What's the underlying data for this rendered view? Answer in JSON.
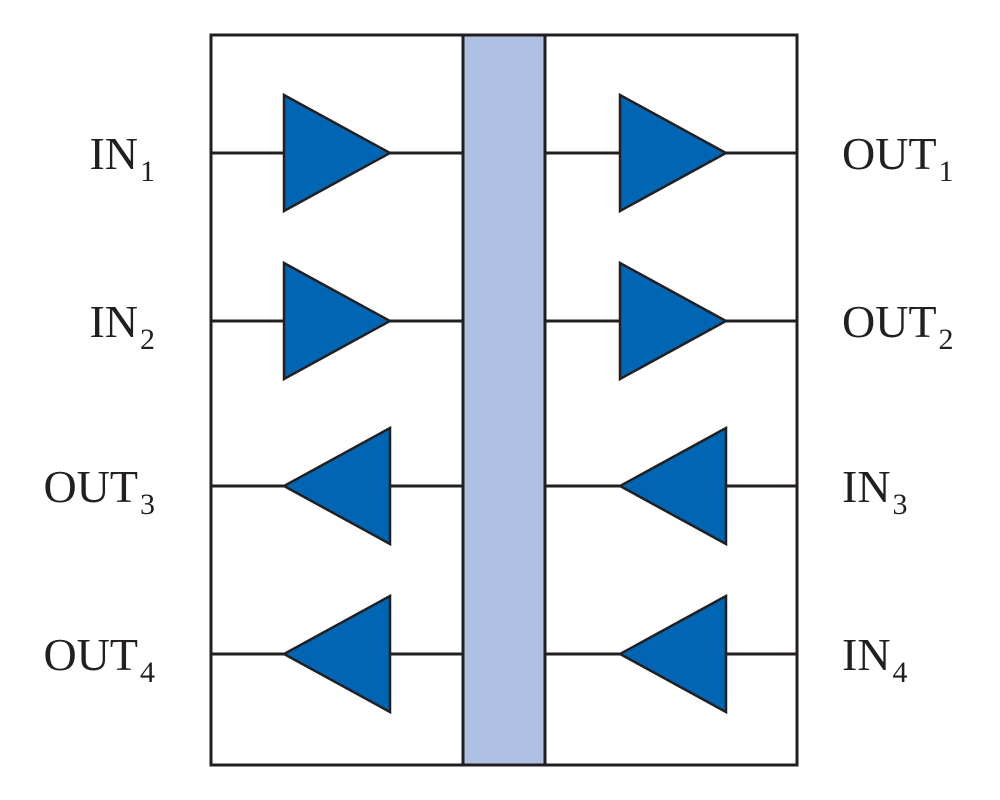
{
  "colors": {
    "outline": "#231f20",
    "bus": "#aec1e3",
    "amplifier": "#0066b3"
  },
  "channels": [
    {
      "direction": "right",
      "left": {
        "base": "IN",
        "sub": "1"
      },
      "right": {
        "base": "OUT",
        "sub": "1"
      }
    },
    {
      "direction": "right",
      "left": {
        "base": "IN",
        "sub": "2"
      },
      "right": {
        "base": "OUT",
        "sub": "2"
      }
    },
    {
      "direction": "left",
      "left": {
        "base": "OUT",
        "sub": "3"
      },
      "right": {
        "base": "IN",
        "sub": "3"
      }
    },
    {
      "direction": "left",
      "left": {
        "base": "OUT",
        "sub": "4"
      },
      "right": {
        "base": "IN",
        "sub": "4"
      }
    }
  ]
}
